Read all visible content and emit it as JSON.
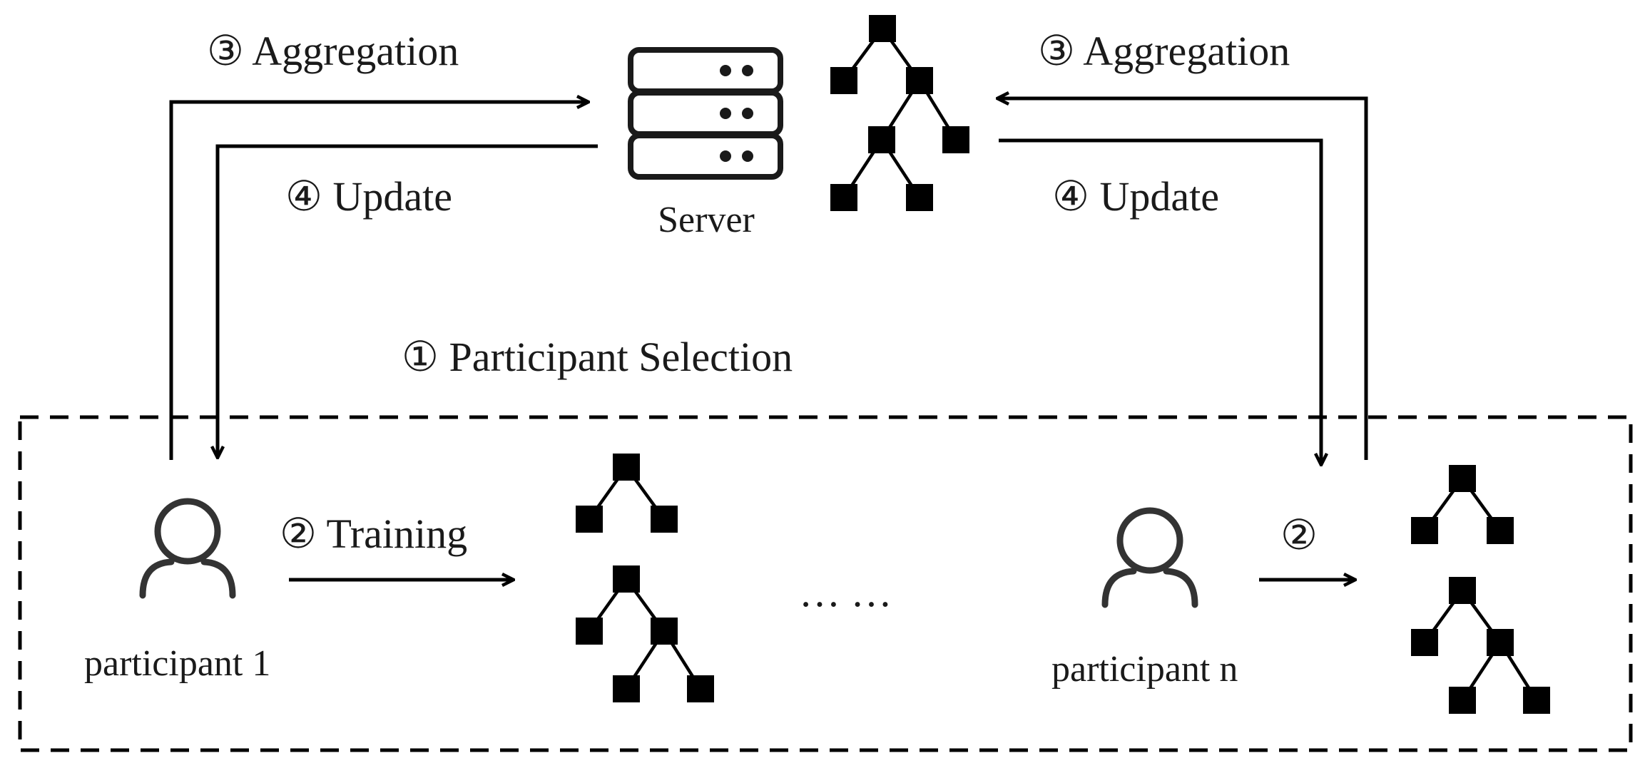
{
  "server": {
    "label": "Server"
  },
  "steps": {
    "aggregation_left": "③ Aggregation",
    "aggregation_right": "③ Aggregation",
    "update_left": "④ Update",
    "update_right": "④ Update",
    "selection": "① Participant Selection",
    "training": "② Training",
    "training_short": "②"
  },
  "participants": {
    "first": "participant 1",
    "last": "participant n",
    "ellipsis": "… …"
  },
  "icons": {
    "server": "server-icon",
    "participant": "person-icon",
    "model": "decision-tree-icon"
  }
}
